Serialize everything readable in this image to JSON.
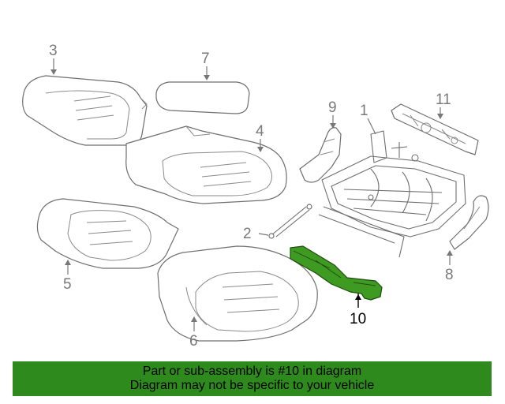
{
  "callouts": {
    "c1": "1",
    "c2": "2",
    "c3": "3",
    "c4": "4",
    "c5": "5",
    "c6": "6",
    "c7": "7",
    "c8": "8",
    "c9": "9",
    "c10": "10",
    "c11": "11"
  },
  "highlighted_part": "10",
  "colors": {
    "highlight_fill": "#3f9a22",
    "banner_bg": "#2f8a1e",
    "line": "#6f6f6f"
  },
  "banner": {
    "line1": "Part or sub-assembly is #10 in diagram",
    "line2": "Diagram may not be specific to your vehicle"
  }
}
